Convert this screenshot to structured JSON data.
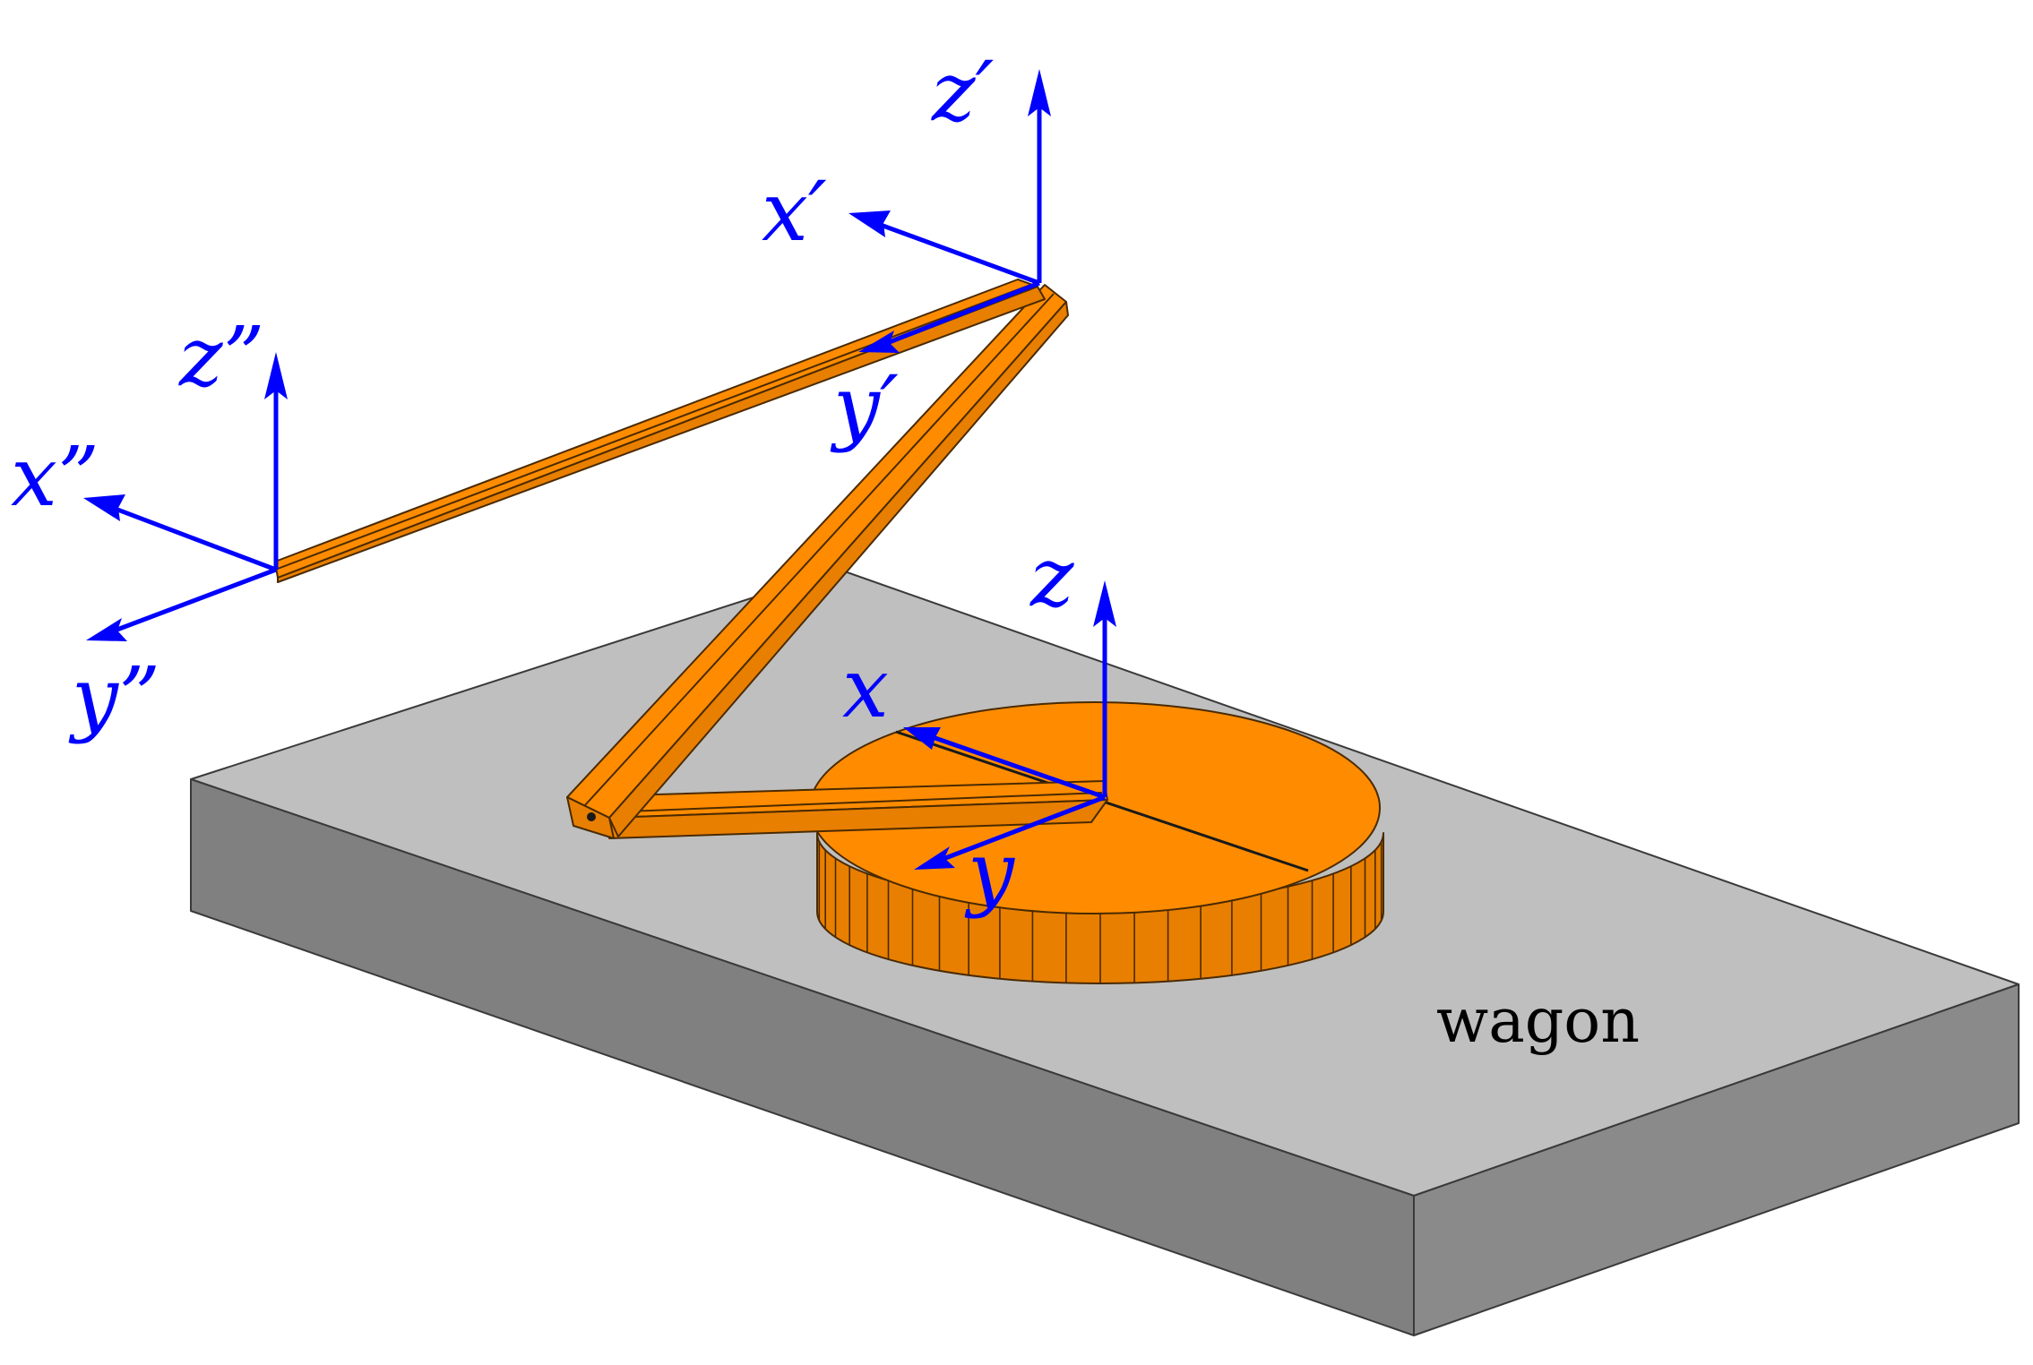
{
  "labels": {
    "wagon": "wagon",
    "base_frame": {
      "x": "x",
      "y": "y",
      "z": "z"
    },
    "joint_frame": {
      "x": "x′",
      "y": "y′",
      "z": "z′"
    },
    "tip_frame": {
      "x": "x”",
      "y": "y”",
      "z": "z”"
    }
  },
  "colors": {
    "axis": "#0000ff",
    "arm": "#ff8c00",
    "wagon_top": "#bfbfbf",
    "wagon_side": "#808080"
  }
}
